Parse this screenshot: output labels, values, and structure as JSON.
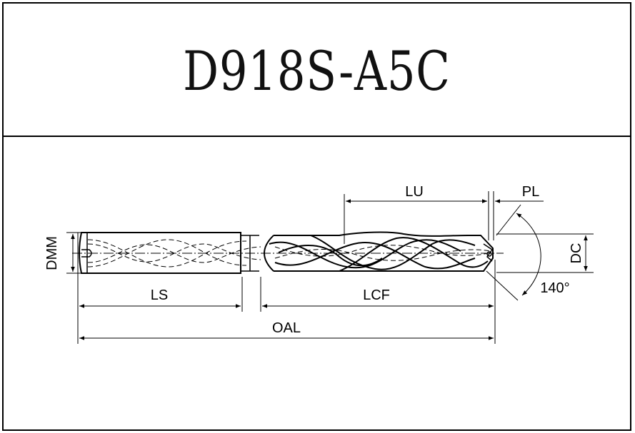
{
  "title": "D918S-A5C",
  "dimensions": {
    "lu": "LU",
    "pl": "PL",
    "dmm": "DMM",
    "dc": "DC",
    "ls": "LS",
    "lcf": "LCF",
    "oal": "OAL",
    "angle": "140°"
  }
}
